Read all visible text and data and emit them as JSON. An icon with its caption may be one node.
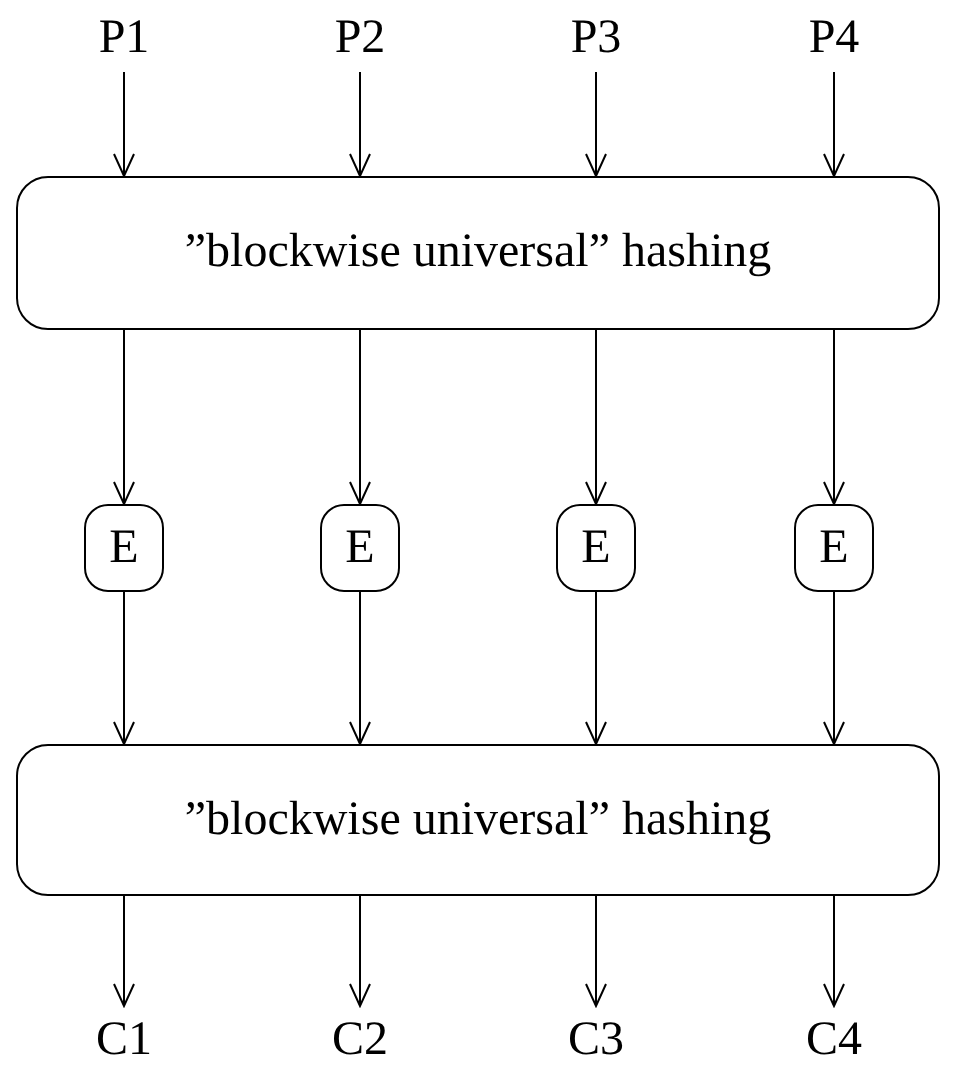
{
  "diagram": {
    "nodes": [
      {
        "text": [
          "P1"
        ]
      },
      {
        "text": [
          "P2"
        ]
      },
      {
        "text": [
          "P3"
        ]
      },
      {
        "text": [
          "P4"
        ]
      },
      {
        "text": [
          "”blockwise universal” hashing"
        ]
      },
      {
        "text": [
          "E"
        ]
      },
      {
        "text": [
          "E"
        ]
      },
      {
        "text": [
          "E"
        ]
      },
      {
        "text": [
          "E"
        ]
      },
      {
        "text": [
          "”blockwise universal” hashing"
        ]
      },
      {
        "text": [
          "C1"
        ]
      },
      {
        "text": [
          "C2"
        ]
      },
      {
        "text": [
          "C3"
        ]
      },
      {
        "text": [
          "C4"
        ]
      }
    ],
    "edges": [
      {
        "from": 0,
        "to": 4,
        "arrow": "to"
      },
      {
        "from": 1,
        "to": 4,
        "arrow": "to"
      },
      {
        "from": 2,
        "to": 4,
        "arrow": "to"
      },
      {
        "from": 3,
        "to": 4,
        "arrow": "to"
      },
      {
        "from": 4,
        "to": 5,
        "arrow": "to"
      },
      {
        "from": 4,
        "to": 6,
        "arrow": "to"
      },
      {
        "from": 4,
        "to": 7,
        "arrow": "to"
      },
      {
        "from": 4,
        "to": 8,
        "arrow": "to"
      },
      {
        "from": 5,
        "to": 9,
        "arrow": "to"
      },
      {
        "from": 6,
        "to": 9,
        "arrow": "to"
      },
      {
        "from": 7,
        "to": 9,
        "arrow": "to"
      },
      {
        "from": 8,
        "to": 9,
        "arrow": "to"
      },
      {
        "from": 9,
        "to": 10,
        "arrow": "to"
      },
      {
        "from": 9,
        "to": 11,
        "arrow": "to"
      },
      {
        "from": 9,
        "to": 12,
        "arrow": "to"
      },
      {
        "from": 9,
        "to": 13,
        "arrow": "to"
      }
    ]
  }
}
